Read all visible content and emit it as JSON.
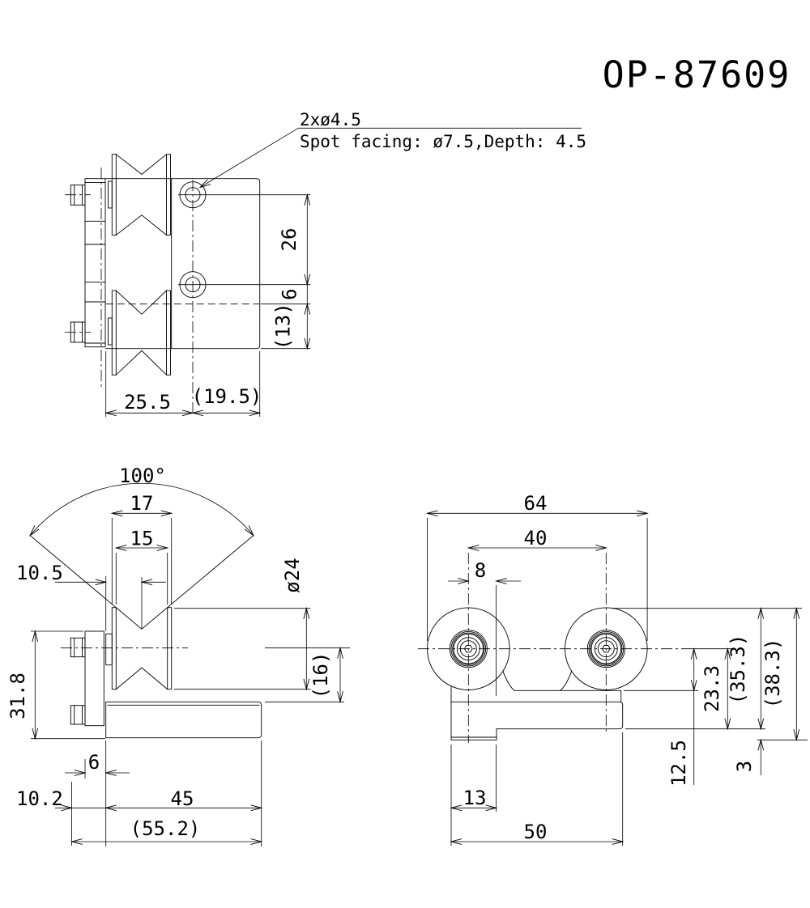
{
  "part_number": "OP-87609",
  "callout": {
    "hole_spec": "2xø4.5",
    "spot_facing": "Spot  facing: ø7.5,Depth: 4.5"
  },
  "dims": {
    "top": {
      "v26": "26",
      "v6": "6",
      "v13": "(13)",
      "v25_5": "25.5",
      "v19_5": "(19.5)"
    },
    "front": {
      "v100": "100°",
      "v17": "17",
      "v15": "15",
      "v10_5": "10.5",
      "v24": "ø24",
      "v16": "(16)",
      "v31_8": "31.8",
      "v6": "6",
      "v10_2": "10.2",
      "v45": "45",
      "v55_2": "(55.2)"
    },
    "side": {
      "v64": "64",
      "v40": "40",
      "v8": "8",
      "v23_3": "23.3",
      "v35_3": "(35.3)",
      "v38_3": "(38.3)",
      "v12_5": "12.5",
      "v3": "3",
      "v13": "13",
      "v50": "50"
    }
  },
  "colors": {
    "line": "#000000",
    "background": "#ffffff"
  }
}
